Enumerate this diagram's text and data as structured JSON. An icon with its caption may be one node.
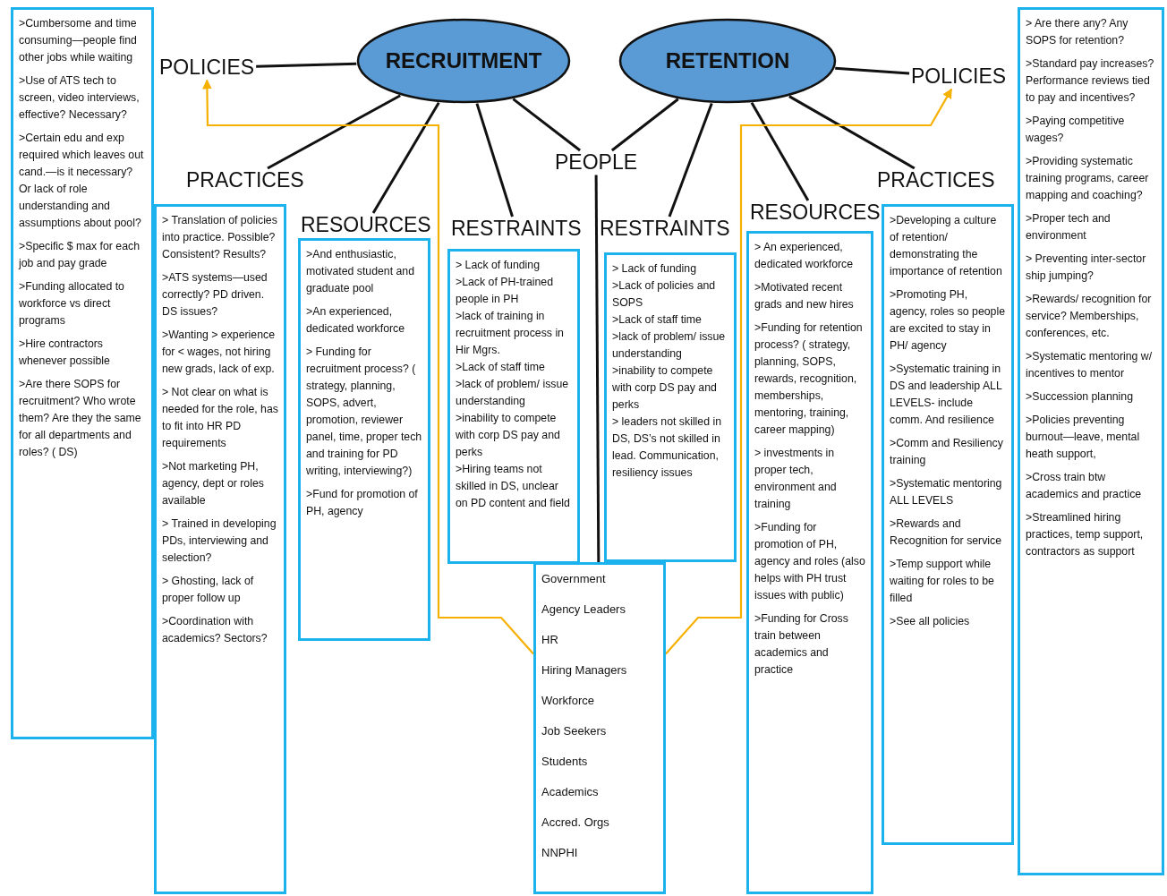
{
  "diagram": {
    "nodes": [
      {
        "text": [
          "RECRUITMENT"
        ]
      },
      {
        "text": [
          "RETENTION"
        ]
      },
      {
        "text": [
          "POLICIES"
        ]
      },
      {
        "text": [
          "PRACTICES"
        ]
      },
      {
        "text": [
          "RESOURCES"
        ]
      },
      {
        "text": [
          "RESTRAINTS"
        ]
      },
      {
        "text": [
          "PEOPLE"
        ]
      },
      {
        "text": [
          "RESTRAINTS"
        ]
      },
      {
        "text": [
          "RESOURCES"
        ]
      },
      {
        "text": [
          "PRACTICES"
        ]
      },
      {
        "text": [
          "POLICIES"
        ]
      },
      {
        "text": [
          ">Cumbersome and time consuming—people find other jobs while waiting",
          ">Use of ATS tech to screen, video interviews, effective? Necessary?",
          ">Certain edu and exp required which leaves out cand.—is it necessary? Or lack of role understanding and assumptions about pool?",
          ">Specific $ max for each job and pay grade",
          ">Funding allocated to workforce vs direct programs",
          ">Hire contractors whenever possible",
          ">Are there SOPS for recruitment? Who wrote them? Are they the same for all departments and roles? ( DS)"
        ]
      },
      {
        "text": [
          "> Translation of policies into practice. Possible? Consistent? Results?",
          ">ATS systems—used correctly? PD driven. DS issues?",
          ">Wanting > experience for < wages, not hiring new grads, lack of exp.",
          "> Not clear on what is needed for the role, has to fit into HR PD requirements",
          ">Not marketing PH, agency, dept or roles available",
          "> Trained in developing PDs, interviewing and selection?",
          "> Ghosting, lack of proper follow up",
          ">Coordination with academics? Sectors?"
        ]
      },
      {
        "text": [
          ">And enthusiastic, motivated student and graduate pool",
          ">An experienced, dedicated workforce",
          "> Funding for recruitment process? ( strategy, planning, SOPS, advert, promotion, reviewer panel, time, proper tech and training for PD writing, interviewing?)",
          ">Fund for promotion of PH, agency"
        ]
      },
      {
        "text": [
          "> Lack of funding",
          ">Lack of PH-trained people in PH",
          ">lack of training in recruitment process in Hir Mgrs.",
          ">Lack of staff time",
          ">lack of problem/ issue understanding",
          ">inability to compete with corp DS pay and perks",
          ">Hiring teams not skilled in DS, unclear on PD content and field"
        ]
      },
      {
        "text": [
          "Government",
          "Agency Leaders",
          "HR",
          "Hiring Managers",
          "Workforce",
          "Job Seekers",
          "Students",
          "Academics",
          "Accred. Orgs",
          "NNPHI"
        ]
      },
      {
        "text": [
          "> Lack of funding",
          ">Lack of policies and SOPS",
          ">Lack of staff time",
          ">lack of problem/ issue understanding",
          ">inability to compete with corp DS pay and perks",
          "> leaders not skilled in DS, DS’s not skilled in lead. Communication, resiliency issues"
        ]
      },
      {
        "text": [
          "> An experienced, dedicated workforce",
          ">Motivated recent grads and new hires",
          ">Funding for retention process? ( strategy, planning, SOPS, rewards, recognition, memberships, mentoring, training, career mapping)",
          "> investments in proper tech, environment and training",
          ">Funding for promotion of PH, agency and roles (also helps with PH trust issues with public)",
          ">Funding for Cross train between academics and practice"
        ]
      },
      {
        "text": [
          ">Developing a culture of retention/ demonstrating the importance of retention",
          ">Promoting PH, agency, roles so people are excited to stay in PH/ agency",
          ">Systematic training in DS and leadership ALL LEVELS- include comm. And resilience",
          ">Comm and Resiliency training",
          ">Systematic mentoring ALL LEVELS",
          ">Rewards and Recognition for service",
          ">Temp support while waiting for roles to be filled",
          ">See all policies"
        ]
      },
      {
        "text": [
          "> Are there any? Any SOPS for retention?",
          ">Standard pay increases? Performance reviews tied to pay and incentives?",
          ">Paying competitive wages?",
          ">Providing systematic training programs, career mapping and coaching?",
          ">Proper tech and environment",
          "> Preventing inter-sector ship jumping?",
          ">Rewards/ recognition for service? Memberships, conferences, etc.",
          ">Systematic mentoring w/ incentives to mentor",
          ">Succession planning",
          ">Policies preventing burnout—leave, mental heath support,",
          ">Cross train btw academics and practice",
          ">Streamlined hiring practices, temp support, contractors as support"
        ]
      }
    ],
    "edges": [
      {
        "from": 0,
        "to": 2,
        "arrow": "none"
      },
      {
        "from": 0,
        "to": 3,
        "arrow": "none"
      },
      {
        "from": 0,
        "to": 4,
        "arrow": "none"
      },
      {
        "from": 0,
        "to": 5,
        "arrow": "none"
      },
      {
        "from": 0,
        "to": 6,
        "arrow": "none"
      },
      {
        "from": 1,
        "to": 6,
        "arrow": "none"
      },
      {
        "from": 1,
        "to": 7,
        "arrow": "none"
      },
      {
        "from": 1,
        "to": 8,
        "arrow": "none"
      },
      {
        "from": 1,
        "to": 9,
        "arrow": "none"
      },
      {
        "from": 1,
        "to": 10,
        "arrow": "none"
      },
      {
        "from": 6,
        "to": 15,
        "arrow": "none"
      },
      {
        "from": 15,
        "to": 2,
        "arrow": "to",
        "color": "#f5b000"
      },
      {
        "from": 15,
        "to": 10,
        "arrow": "to",
        "color": "#f5b000"
      }
    ]
  }
}
